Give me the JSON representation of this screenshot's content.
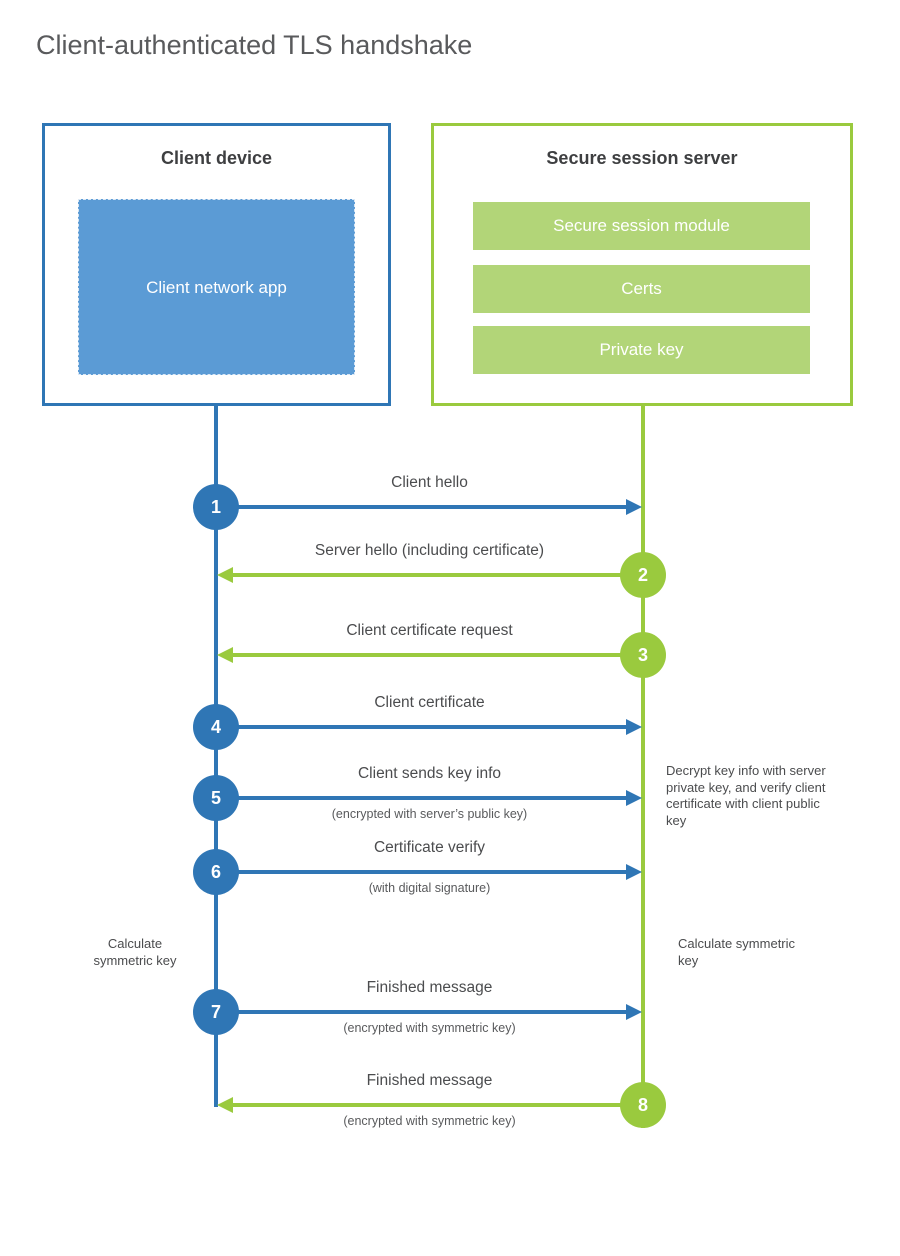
{
  "title": "Client-authenticated TLS handshake",
  "colors": {
    "blue": "#2F76B5",
    "blue_fill": "#5B9BD5",
    "green": "#9ACA3E",
    "green_fill": "#B2D578"
  },
  "client": {
    "title": "Client device",
    "app_label": "Client network app"
  },
  "server": {
    "title": "Secure session server",
    "modules": [
      "Secure session module",
      "Certs",
      "Private key"
    ]
  },
  "steps": [
    {
      "num": "1",
      "color": "blue",
      "direction": "right",
      "label": "Client hello",
      "sub": ""
    },
    {
      "num": "2",
      "color": "green",
      "direction": "left",
      "label": "Server hello (including certificate)",
      "sub": ""
    },
    {
      "num": "3",
      "color": "green",
      "direction": "left",
      "label": "Client certificate request",
      "sub": ""
    },
    {
      "num": "4",
      "color": "blue",
      "direction": "right",
      "label": "Client certificate",
      "sub": ""
    },
    {
      "num": "5",
      "color": "blue",
      "direction": "right",
      "label": "Client sends key info",
      "sub": "(encrypted with server’s public key)"
    },
    {
      "num": "6",
      "color": "blue",
      "direction": "right",
      "label": "Certificate verify",
      "sub": "(with digital signature)"
    },
    {
      "num": "7",
      "color": "blue",
      "direction": "right",
      "label": "Finished message",
      "sub": "(encrypted with symmetric key)"
    },
    {
      "num": "8",
      "color": "green",
      "direction": "left",
      "label": "Finished message",
      "sub": "(encrypted with symmetric key)"
    }
  ],
  "notes": {
    "decrypt": "Decrypt key info with server private key, and verify client certificate with client public key",
    "calc_client": "Calculate symmetric key",
    "calc_server": "Calculate symmetric key"
  }
}
